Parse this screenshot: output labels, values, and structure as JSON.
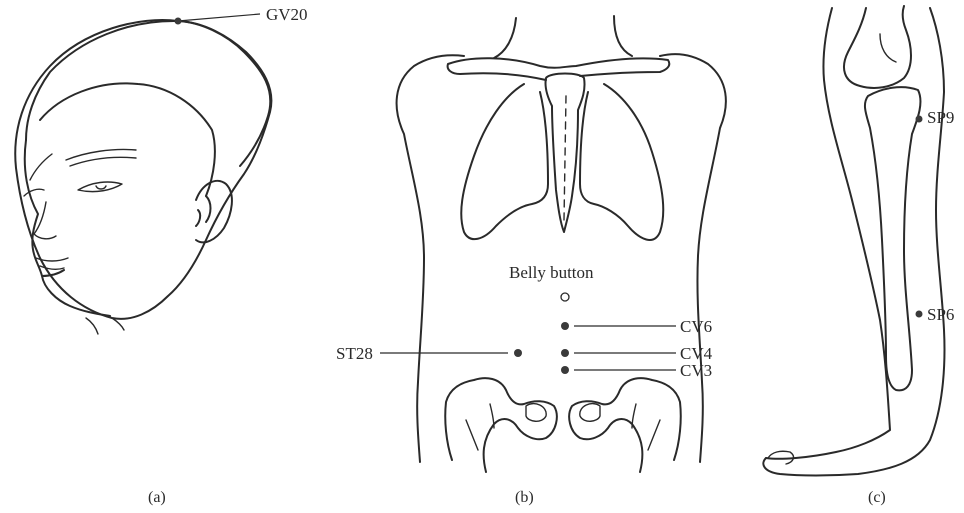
{
  "panels": [
    {
      "id": "a",
      "caption": "(a)",
      "points": [
        {
          "label": "GV20",
          "kind": "filled"
        }
      ]
    },
    {
      "id": "b",
      "caption": "(b)",
      "points": [
        {
          "label": "Belly button",
          "kind": "hollow"
        },
        {
          "label": "CV6",
          "kind": "filled"
        },
        {
          "label": "ST28",
          "kind": "filled"
        },
        {
          "label": "CV4",
          "kind": "filled"
        },
        {
          "label": "CV3",
          "kind": "filled"
        }
      ]
    },
    {
      "id": "c",
      "caption": "(c)",
      "points": [
        {
          "label": "SP9",
          "kind": "filled"
        },
        {
          "label": "SP6",
          "kind": "filled"
        }
      ]
    }
  ],
  "colors": {
    "ink": "#2a2a2a",
    "point": "#3a3a3a",
    "background": "#ffffff"
  }
}
